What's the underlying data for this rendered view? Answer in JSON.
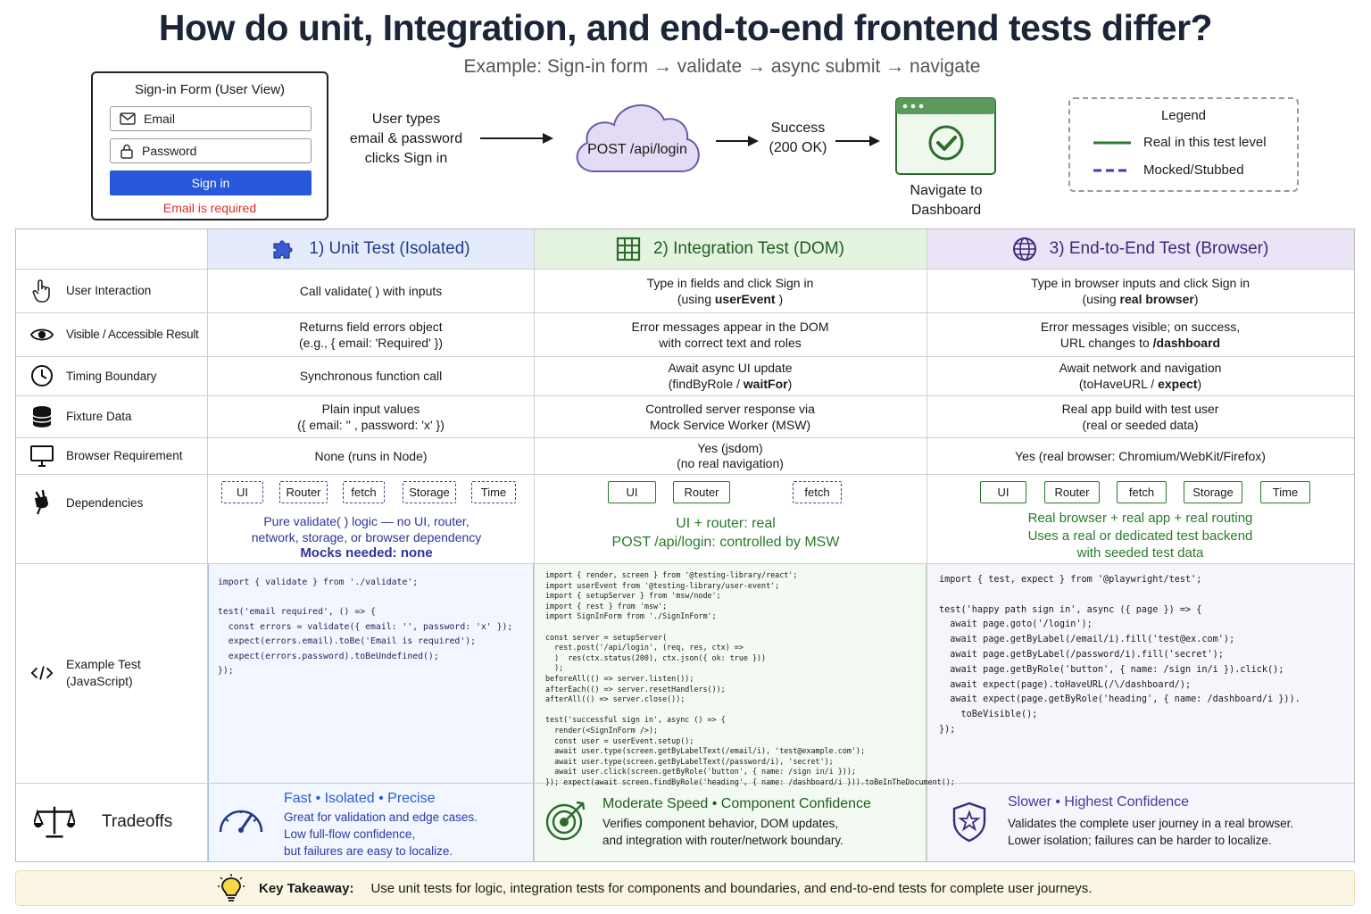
{
  "title": "How do unit, Integration, and end-to-end frontend tests differ?",
  "subtitle": "Example: Sign-in form → validate → async submit → navigate",
  "signin_form": {
    "title": "Sign-in Form (User View)",
    "email_placeholder": "Email",
    "password_placeholder": "Password",
    "button_label": "Sign in",
    "error": "Email is required"
  },
  "flow": {
    "user_action": [
      "User types",
      "email & password",
      "clicks Sign in"
    ],
    "api": "POST /api/login",
    "success": [
      "Success",
      "(200 OK)"
    ],
    "navigate": [
      "Navigate to",
      "Dashboard"
    ]
  },
  "legend": {
    "title": "Legend",
    "real": "Real in this test level",
    "mocked": "Mocked/Stubbed",
    "real_color": "#2b7a2b",
    "mocked_color": "#3b3fa6"
  },
  "columns": [
    {
      "label": "1) Unit Test (Isolated)",
      "icon": "puzzle-icon",
      "color": "#233a8b",
      "bg": "#eef3fd"
    },
    {
      "label": "2) Integration Test (DOM)",
      "icon": "grid-icon",
      "color": "#1f5e1f",
      "bg": "#eef8ec"
    },
    {
      "label": "3) End-to-End Test (Browser)",
      "icon": "globe-icon",
      "color": "#3a2a7a",
      "bg": "#f3effb"
    }
  ],
  "rows": [
    {
      "label": "User Interaction",
      "icon": "pointer-hand-icon",
      "unit": [
        "Call validate( ) with inputs"
      ],
      "integration": [
        "Type in fields and click Sign in",
        "(using userEvent )"
      ],
      "e2e": [
        "Type in browser inputs and click Sign in",
        "(using real browser)"
      ]
    },
    {
      "label": "Visible / Accessible Result",
      "icon": "eye-icon",
      "unit": [
        "Returns field errors object",
        "(e.g., { email: 'Required' })"
      ],
      "integration": [
        "Error messages appear in the DOM",
        "with correct text and roles"
      ],
      "e2e": [
        "Error messages visible; on success,",
        "URL changes to /dashboard"
      ]
    },
    {
      "label": "Timing Boundary",
      "icon": "clock-icon",
      "unit": [
        "Synchronous function call"
      ],
      "integration": [
        "Await async UI update",
        "(findByRole / waitFor)"
      ],
      "e2e": [
        "Await network and navigation",
        "(toHaveURL / expect)"
      ]
    },
    {
      "label": "Fixture Data",
      "icon": "database-icon",
      "unit": [
        "Plain input values",
        "({ email: '' , password: 'x' })"
      ],
      "integration": [
        "Controlled server response via",
        "Mock Service Worker (MSW)"
      ],
      "e2e": [
        "Real app build with test user",
        "(real or seeded data)"
      ]
    },
    {
      "label": "Browser Requirement",
      "icon": "monitor-icon",
      "unit": [
        "None (runs in Node)"
      ],
      "integration": [
        "Yes (jsdom)",
        "(no real navigation)"
      ],
      "e2e": [
        "Yes (real browser: Chromium/WebKit/Firefox)"
      ]
    }
  ],
  "dependencies": {
    "label": "Dependencies",
    "icon": "plug-icon",
    "unit": {
      "tags": [
        "UI",
        "Router",
        "fetch",
        "Storage",
        "Time"
      ],
      "text": [
        "Pure validate( ) logic — no UI, router,",
        "network, storage, or browser dependency"
      ],
      "bold": "Mocks needed: none"
    },
    "integration": {
      "tags": [
        "UI",
        "Router",
        "fetch"
      ],
      "text": [
        "UI + router: real",
        "POST /api/login: controlled by MSW"
      ]
    },
    "e2e": {
      "tags": [
        "UI",
        "Router",
        "fetch",
        "Storage",
        "Time"
      ],
      "text": [
        "Real browser + real app + real routing",
        "Uses a real or dedicated test backend",
        "with seeded test data"
      ]
    }
  },
  "example": {
    "label": "Example Test\n(JavaScript)",
    "icon": "code-icon",
    "unit_code": "import { validate } from './validate';\n\ntest('email required', () => {\n  const errors = validate({ email: '', password: 'x' });\n  expect(errors.email).toBe('Email is required');\n  expect(errors.password).toBeUndefined();\n});",
    "integration_code": "import { render, screen } from '@testing-library/react';\nimport userEvent from '@testing-library/user-event';\nimport { setupServer } from 'msw/node';\nimport { rest } from 'msw';\nimport SignInForm from './SignInForm';\n\nconst server = setupServer(\n  rest.post('/api/login', (req, res, ctx) =>\n  )  res(ctx.status(200), ctx.json({ ok: true }))\n  );\nbeforeAll(() => server.listen());\nafterEach(() => server.resetHandlers());\nafterAll(() => server.close());\n\ntest('successful sign in', async () => {\n  render(<SignInForm />);\n  const user = userEvent.setup();\n  await user.type(screen.getByLabelText(/email/i), 'test@example.com');\n  await user.type(screen.getByLabelText(/password/i), 'secret');\n  await user.click(screen.getByRole('button', { name: /sign in/i }));\n}); expect(await screen.findByRole('heading', { name: /dashboard/i })).toBeInTheDocument();",
    "e2e_code": "import { test, expect } from '@playwright/test';\n\ntest('happy path sign in', async ({ page }) => {\n  await page.goto('/login');\n  await page.getByLabel(/email/i).fill('test@ex.com');\n  await page.getByLabel(/password/i).fill('secret');\n  await page.getByRole('button', { name: /sign in/i }).click();\n  await expect(page).toHaveURL(/\\/dashboard/);\n  await expect(page.getByRole('heading', { name: /dashboard/i })).\n    toBeVisible();\n});"
  },
  "tradeoffs": {
    "label": "Tradeoffs",
    "icon": "scales-icon",
    "unit": {
      "title": "Fast • Isolated • Precise",
      "body": [
        "Great for validation and edge cases.",
        "Low full-flow confidence,",
        "but failures are easy to localize."
      ],
      "icon": "speedometer-icon"
    },
    "integration": {
      "title": "Moderate Speed • Component Confidence",
      "body": [
        "Verifies component behavior, DOM updates,",
        "and integration with router/network boundary."
      ],
      "icon": "target-icon"
    },
    "e2e": {
      "title": "Slower • Highest Confidence",
      "body": [
        "Validates the complete user journey in a real browser.",
        "Lower isolation; failures can be harder to localize."
      ],
      "icon": "shield-star-icon"
    }
  },
  "takeaway": {
    "label": "Key Takeaway:",
    "text": "Use unit tests for logic, integration tests for components and boundaries, and end-to-end tests for complete user journeys.",
    "icon": "lightbulb-icon"
  }
}
